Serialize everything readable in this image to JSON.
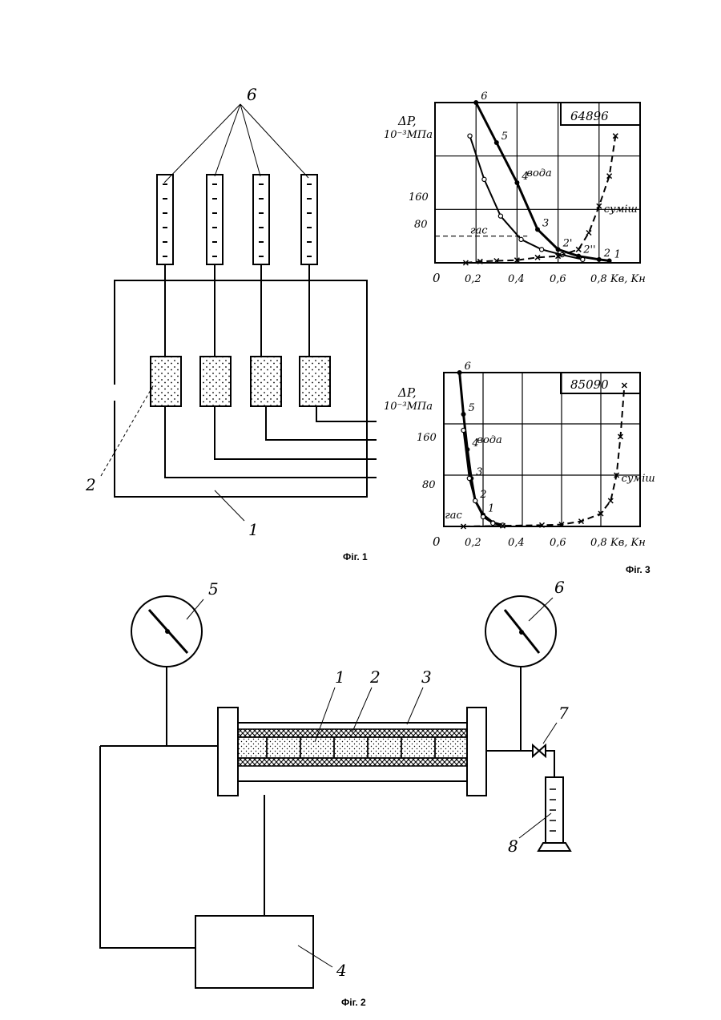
{
  "fig1": {
    "caption": "Фіг. 1",
    "labels": {
      "tubes": "6",
      "models": "2",
      "chamber": "1"
    }
  },
  "fig2": {
    "caption": "Фіг. 2",
    "labels": {
      "core": "1",
      "wrap": "2",
      "sleeve": "3",
      "pump": "4",
      "gauge_in": "5",
      "gauge_out": "6",
      "valve": "7",
      "cylinder": "8"
    }
  },
  "fig3": {
    "caption": "Фіг. 3",
    "y_label_1": "ΔP,",
    "y_label_2": "10⁻³МПа",
    "x_label": "Kв, Kн",
    "origin": "0"
  },
  "chart_data": [
    {
      "type": "line",
      "title": "64896",
      "ylabel": "ΔP, 10⁻³МПа",
      "xlabel": "Kв, Kн",
      "xlim": [
        0,
        1.0
      ],
      "ylim": [
        0,
        240
      ],
      "x_ticks": [
        "0,2",
        "0,4",
        "0,6",
        "0,8"
      ],
      "y_ticks": [
        "80",
        "160"
      ],
      "grid": true,
      "series": [
        {
          "name": "вода",
          "style": "solid-filled",
          "x": [
            0.2,
            0.3,
            0.4,
            0.5,
            0.6,
            0.7,
            0.8,
            0.85
          ],
          "y": [
            240,
            180,
            120,
            50,
            20,
            10,
            5,
            3
          ]
        },
        {
          "name": "гас",
          "style": "solid-hollow",
          "x": [
            0.17,
            0.24,
            0.32,
            0.42,
            0.52,
            0.62,
            0.72
          ],
          "y": [
            190,
            125,
            70,
            35,
            20,
            12,
            5
          ]
        },
        {
          "name": "суміш",
          "style": "dashed-cross",
          "x": [
            0.15,
            0.22,
            0.3,
            0.4,
            0.5,
            0.6,
            0.7,
            0.75,
            0.8,
            0.85,
            0.88
          ],
          "y": [
            0,
            2,
            3,
            4,
            8,
            10,
            20,
            45,
            85,
            130,
            190
          ]
        }
      ],
      "annotations": [
        "6",
        "5",
        "4",
        "3",
        "2'",
        "2''",
        "2",
        "1"
      ],
      "dashed_reference_y": 40
    },
    {
      "type": "line",
      "title": "85090",
      "ylabel": "ΔP, 10⁻³МПа",
      "xlabel": "Kв, Kн",
      "xlim": [
        0,
        1.0
      ],
      "ylim": [
        0,
        240
      ],
      "x_ticks": [
        "0,2",
        "0,4",
        "0,6",
        "0,8"
      ],
      "y_ticks": [
        "80",
        "160"
      ],
      "grid": true,
      "series": [
        {
          "name": "вода",
          "style": "solid-filled",
          "x": [
            0.08,
            0.1,
            0.12,
            0.14,
            0.16,
            0.2,
            0.25,
            0.3
          ],
          "y": [
            240,
            175,
            120,
            75,
            40,
            18,
            6,
            2
          ]
        },
        {
          "name": "гас",
          "style": "solid-hollow",
          "x": [
            0.1,
            0.13,
            0.16,
            0.2,
            0.25,
            0.3
          ],
          "y": [
            150,
            75,
            40,
            15,
            5,
            2
          ]
        },
        {
          "name": "суміш",
          "style": "dashed-cross",
          "x": [
            0.1,
            0.3,
            0.5,
            0.6,
            0.7,
            0.8,
            0.85,
            0.88,
            0.9,
            0.92
          ],
          "y": [
            0,
            1,
            2,
            3,
            8,
            20,
            40,
            80,
            140,
            220
          ]
        }
      ],
      "annotations": [
        "6",
        "5",
        "4",
        "3",
        "2",
        "1"
      ]
    }
  ]
}
